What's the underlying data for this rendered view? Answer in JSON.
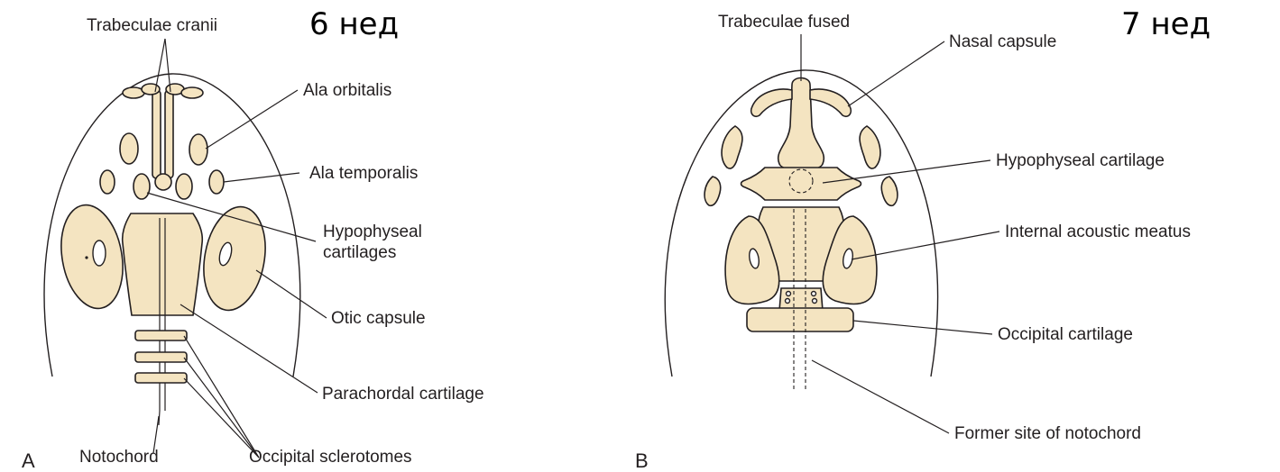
{
  "panel_a": {
    "letter": "A",
    "week": "6 нед",
    "labels": {
      "trabeculae_cranii": "Trabeculae cranii",
      "ala_orbitalis": "Ala orbitalis",
      "ala_temporalis": "Ala temporalis",
      "hypophyseal_line1": "Hypophyseal",
      "hypophyseal_line2": "cartilages",
      "otic_capsule": "Otic capsule",
      "parachordal_cartilage": "Parachordal cartilage",
      "notochord": "Notochord",
      "occipital_sclerotomes": "Occipital sclerotomes"
    }
  },
  "panel_b": {
    "letter": "B",
    "week": "7 нед",
    "labels": {
      "trabeculae_fused": "Trabeculae fused",
      "nasal_capsule": "Nasal capsule",
      "hypophyseal_cartilage": "Hypophyseal cartilage",
      "internal_acoustic_meatus": "Internal acoustic meatus",
      "occipital_cartilage": "Occipital cartilage",
      "former_site_notochord": "Former site of notochord"
    }
  },
  "colors": {
    "cartilage_fill": "#f4e4c1",
    "line": "#231f20"
  }
}
